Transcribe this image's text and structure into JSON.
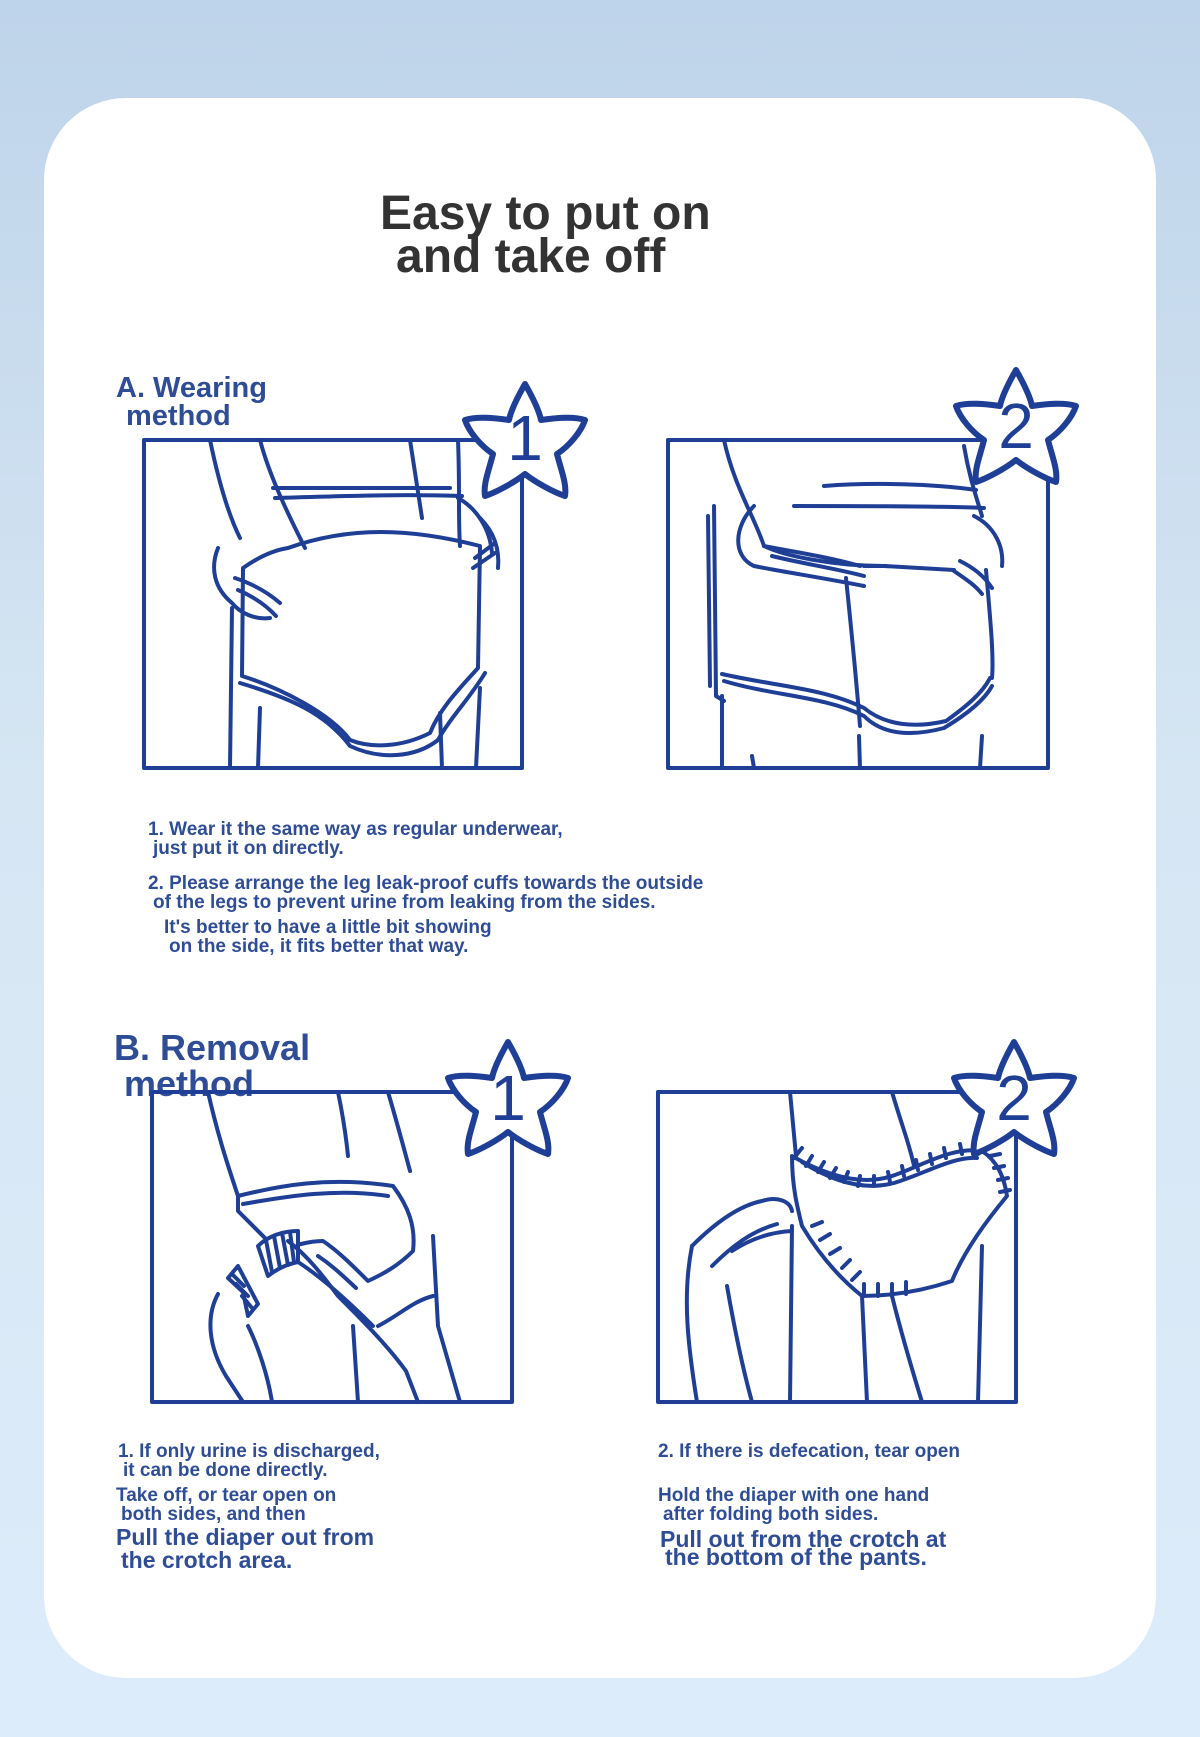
{
  "title": {
    "line1": "Easy to put on",
    "line2": "and take off"
  },
  "section_a": {
    "heading_line1": "A. Wearing",
    "heading_line2": "method",
    "step1_number": "1",
    "step2_number": "2",
    "note1_line1": "1. Wear it the same way as regular underwear,",
    "note1_line2": "just put it on directly.",
    "note2_line1": "2. Please arrange the leg leak-proof cuffs towards the outside",
    "note2_line2": "of the legs to prevent urine from leaking from the sides.",
    "note3_line1": "It's better to have a little bit showing",
    "note3_line2": "on the side, it fits better that way."
  },
  "section_b": {
    "heading_line1": "B. Removal",
    "heading_line2": "method",
    "step1_number": "1",
    "step2_number": "2",
    "left_line1": "1. If only urine is discharged,",
    "left_line2": "it can be done directly.",
    "left_line3": "Take off, or tear open on",
    "left_line4": "both sides, and then",
    "left_line5": "Pull the diaper out from",
    "left_line6": "the crotch area.",
    "right_line1": "2. If there is defecation, tear open",
    "right_line2": "Hold the diaper with one hand",
    "right_line3": "after folding both sides.",
    "right_line4": "Pull out from the crotch at",
    "right_line5": "the bottom of the pants."
  },
  "colors": {
    "ink": "#1e3f95",
    "text": "#2f4d96",
    "title": "#333333",
    "card": "#ffffff"
  },
  "icons": [
    "star-badge-icon",
    "diaper-illustration"
  ]
}
